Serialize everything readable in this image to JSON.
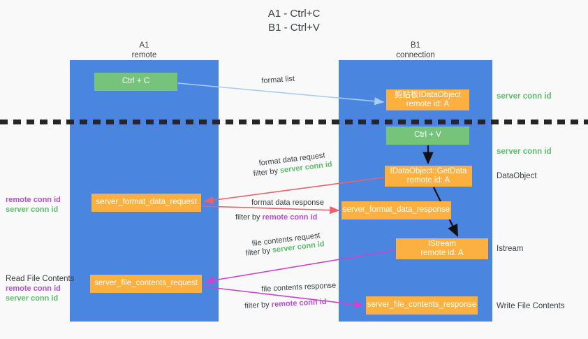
{
  "title": {
    "line1": "A1 - Ctrl+C",
    "line2": "B1 - Ctrl+V"
  },
  "columns": [
    {
      "id": "a1",
      "name": "A1",
      "role": "remote"
    },
    {
      "id": "b1",
      "name": "B1",
      "role": "connection"
    }
  ],
  "nodes": [
    {
      "id": "ctrl-c",
      "line1": "Ctrl + C",
      "line2": "",
      "color": "#76c47c"
    },
    {
      "id": "clipboard-idataobject",
      "line1": "剪贴板IDataObject",
      "line2": "remote id: A",
      "color": "#fbb040"
    },
    {
      "id": "ctrl-v",
      "line1": "Ctrl + V",
      "line2": "",
      "color": "#76c47c"
    },
    {
      "id": "idataobject-getdata",
      "line1": "IDataObject::GetData",
      "line2": "remote id: A",
      "color": "#fbb040"
    },
    {
      "id": "server-format-data-request",
      "line1": "server_format_data_request",
      "line2": "",
      "color": "#fbb040"
    },
    {
      "id": "server-format-data-response",
      "line1": "server_format_data_response",
      "line2": "",
      "color": "#fbb040"
    },
    {
      "id": "istream",
      "line1": "IStream",
      "line2": "remote id: A",
      "color": "#fbb040"
    },
    {
      "id": "server-file-contents-request",
      "line1": "server_file_contents_request",
      "line2": "",
      "color": "#fbb040"
    },
    {
      "id": "server-file-contents-response",
      "line1": "server_file_contents_response",
      "line2": "",
      "color": "#fbb040"
    }
  ],
  "side_annotations": {
    "server_conn_id_top": "server conn id",
    "server_conn_id_mid": "server conn id",
    "dataobject": "DataObject",
    "istream": "Istream",
    "write_file_contents": "Write File Contents"
  },
  "left_annotations": {
    "format_block": {
      "remote": "remote conn id",
      "server": "server conn id"
    },
    "file_block": {
      "heading": "Read File Contents",
      "remote": "remote conn id",
      "server": "server conn id"
    }
  },
  "edge_labels": {
    "format_list": "format list",
    "format_data_request": "format data request",
    "format_data_request_filter_prefix": "filter by ",
    "format_data_request_filter_value": "server conn id",
    "format_data_response": "format data response",
    "format_data_response_filter_prefix": "filter by ",
    "format_data_response_filter_value": "remote conn id",
    "file_contents_request": "file contents request",
    "file_contents_request_filter_prefix": "filter by ",
    "file_contents_request_filter_value": "server conn id",
    "file_contents_response": "file contents response",
    "file_contents_response_filter_prefix": "filter by ",
    "file_contents_response_filter_value": "remote conn id"
  },
  "colors": {
    "lane": "#4a86e0",
    "green_node": "#76c47c",
    "orange_node": "#fbb040",
    "server_conn": "#5bbd6b",
    "remote_conn": "#b64fce",
    "arrow_blue": "#a8cdf0",
    "arrow_red": "#e8626b",
    "arrow_magenta": "#cc44cc",
    "arrow_black": "#111111",
    "background": "#f9f9f9",
    "divider": "#262626"
  }
}
